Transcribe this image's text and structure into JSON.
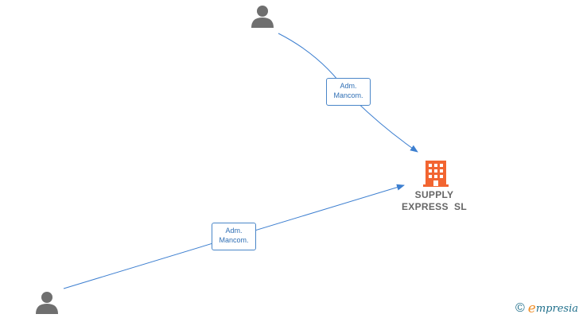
{
  "company": {
    "name_line1": "SUPPLY",
    "name_line2": "EXPRESS  SL",
    "icon": "building-icon",
    "color": "#f26531"
  },
  "persons": [
    {
      "id": "person-top",
      "icon": "person-icon",
      "color": "#6f6f6f"
    },
    {
      "id": "person-bottom",
      "icon": "person-icon",
      "color": "#6f6f6f"
    }
  ],
  "relations": [
    {
      "from": "person-top",
      "to": "company",
      "label_line1": "Adm.",
      "label_line2": "Mancom."
    },
    {
      "from": "person-bottom",
      "to": "company",
      "label_line1": "Adm.",
      "label_line2": "Mancom."
    }
  ],
  "edge_color": "#3d7fd0",
  "watermark": {
    "copyright": "©",
    "brand_initial": "e",
    "brand_rest": "mpresia"
  }
}
